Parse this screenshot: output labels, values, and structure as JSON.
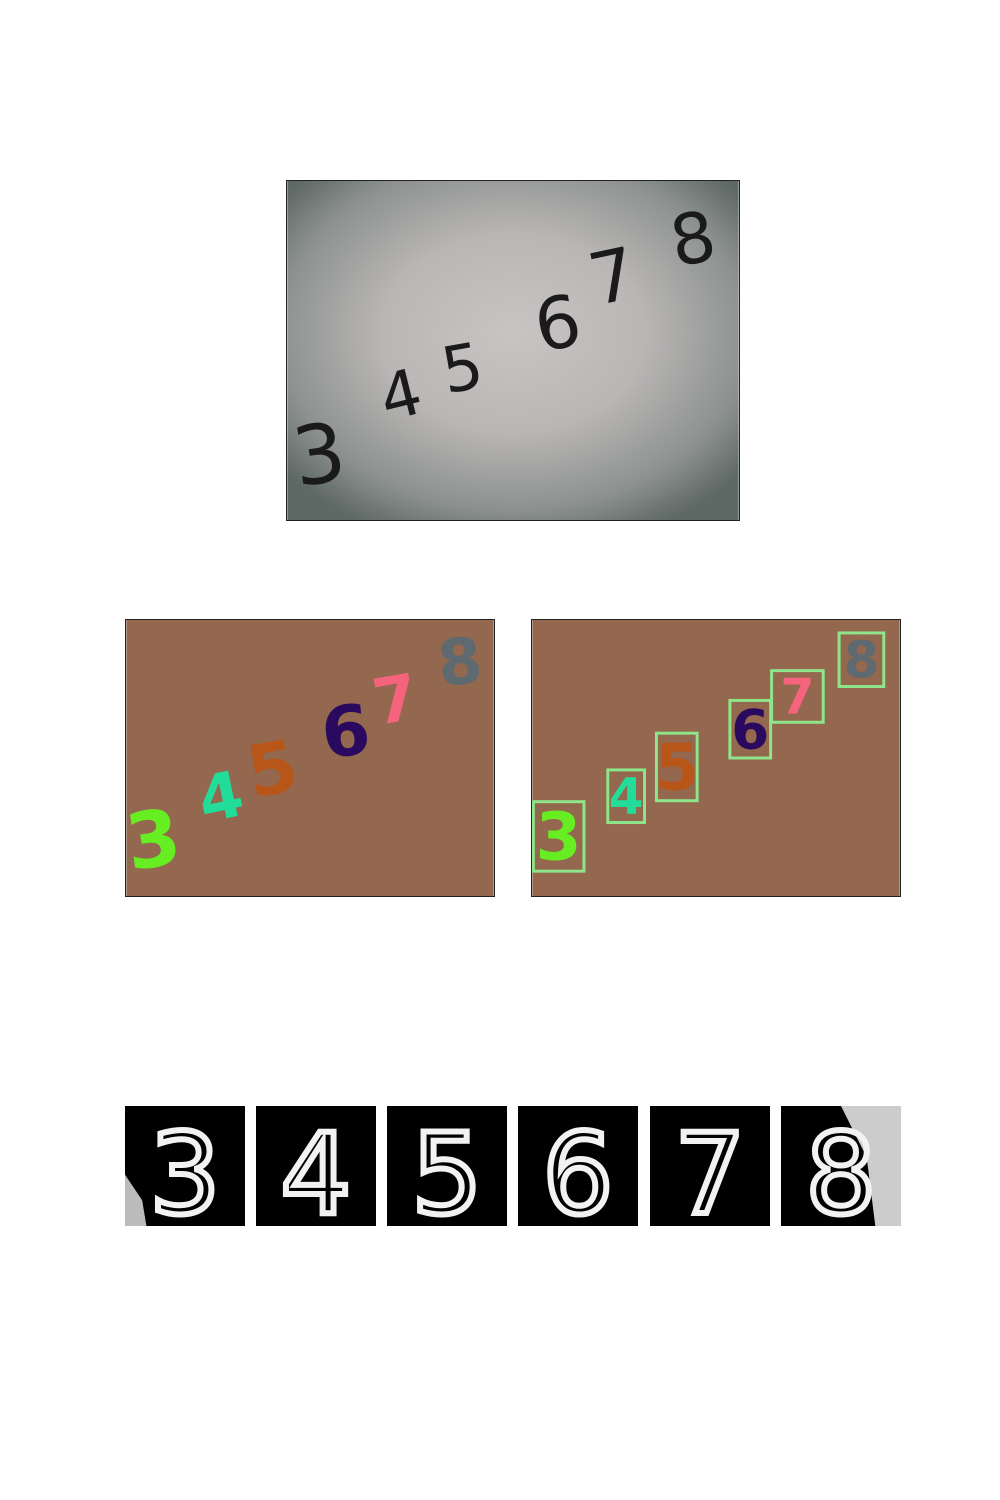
{
  "digits": [
    "3",
    "4",
    "5",
    "6",
    "7",
    "8"
  ],
  "colors": {
    "ink": "#1a1a1a",
    "segmentation_background": "#94674f",
    "box_stroke": "#8ee58a",
    "crop_background": "#000000",
    "crop_stroke": "#f2f2f2",
    "digit_fills": [
      "#66ee22",
      "#22dd99",
      "#b8561a",
      "#2a0a5e",
      "#f5637d",
      "#5f6a70"
    ]
  }
}
